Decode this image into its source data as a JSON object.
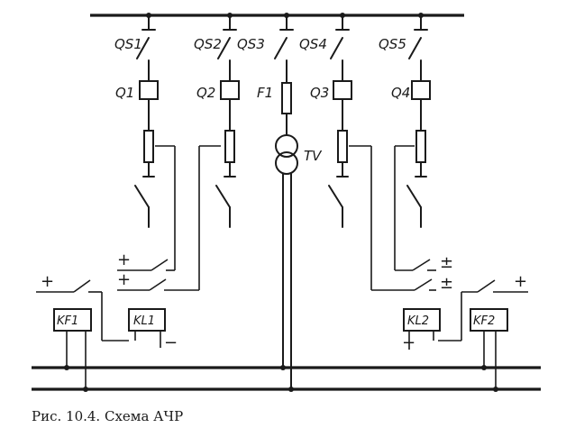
{
  "feeders": [
    {
      "disconnector": "QS1",
      "breaker": "Q1"
    },
    {
      "disconnector": "QS2",
      "breaker": "Q2"
    },
    {
      "disconnector": "QS3",
      "fuse": "F1",
      "transformer": "TV"
    },
    {
      "disconnector": "QS4",
      "breaker": "Q3"
    },
    {
      "disconnector": "QS5",
      "breaker": "Q4"
    }
  ],
  "relays": {
    "kf1": "KF1",
    "kl1": "KL1",
    "kl2": "KL2",
    "kf2": "KF2"
  },
  "polarity": {
    "plus": "+",
    "minus": "−",
    "plus_minus": "±"
  },
  "caption": "Рис. 10.4. Схема АЧР"
}
